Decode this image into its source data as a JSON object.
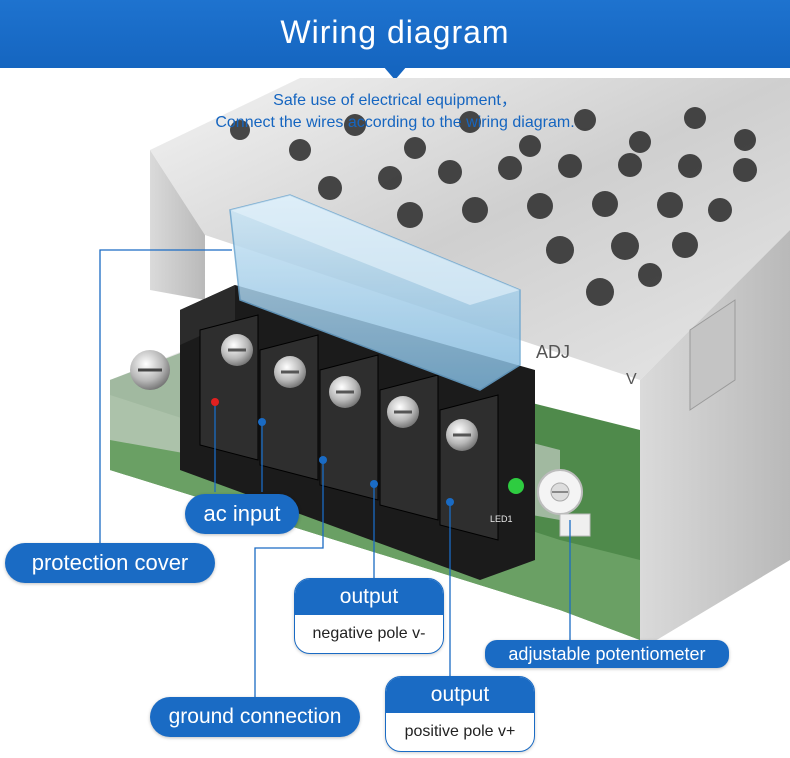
{
  "header": {
    "title": "Wiring diagram"
  },
  "subtitle": {
    "line1": "Safe use of electrical equipment，",
    "line2": "Connect the wires according to the wiring diagram."
  },
  "labels": {
    "ac_input": "ac input",
    "protection_cover": "protection cover",
    "ground_connection": "ground connection",
    "adjustable_potentiometer": "adjustable potentiometer",
    "output_negative": {
      "title": "output",
      "detail": "negative pole v-"
    },
    "output_positive": {
      "title": "output",
      "detail": "positive pole v+"
    }
  },
  "product_marks": {
    "adj": "ADJ",
    "v": "V",
    "led": "LED1"
  },
  "colors": {
    "accent": "#1a6bc4",
    "dot_live": "#e02020",
    "dot_other": "#1a6bc4"
  }
}
